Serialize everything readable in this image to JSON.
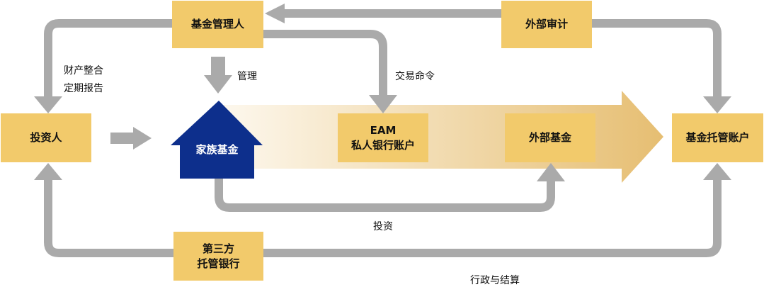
{
  "colors": {
    "box_fill": "#f2ca6b",
    "arrow_gray": "#aaaaaa",
    "family_fund_blue": "#0d2f8c",
    "gradient_start": "#fdf8ee",
    "gradient_end": "#e6be72"
  },
  "nodes": {
    "fund_manager": "基金管理人",
    "external_audit": "外部审计",
    "investor": "投资人",
    "family_fund": "家族基金",
    "eam_line1": "EAM",
    "eam_line2": "私人银行账户",
    "external_fund": "外部基金",
    "fund_custody_account": "基金托管账户",
    "third_party_line1": "第三方",
    "third_party_line2": "托管银行"
  },
  "edge_labels": {
    "asset_integration": "财产整合",
    "periodic_report": "定期报告",
    "management": "管理",
    "trade_order": "交易命令",
    "investment": "投资",
    "admin_settlement": "行政与结算"
  }
}
